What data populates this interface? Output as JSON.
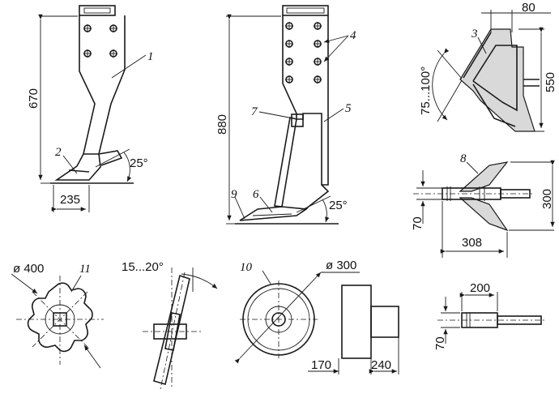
{
  "figure": {
    "part_numbers": {
      "p1": "1",
      "p2": "2",
      "p3": "3",
      "p4": "4",
      "p5": "5",
      "p6": "6",
      "p7": "7",
      "p8": "8",
      "p9": "9",
      "p10": "10",
      "p11": "11"
    },
    "dimensions": {
      "d670": "670",
      "d235": "235",
      "a25_left": "25°",
      "d880": "880",
      "a25_mid": "25°",
      "d80": "80",
      "d550": "550",
      "a75_100": "75...100°",
      "d300_right": "300",
      "d70_right": "70",
      "d308": "308",
      "phi400": "ø 400",
      "a15_20": "15...20°",
      "phi300": "ø 300",
      "d170": "170",
      "d240": "240",
      "d200": "200",
      "d70_bottom": "70"
    }
  }
}
